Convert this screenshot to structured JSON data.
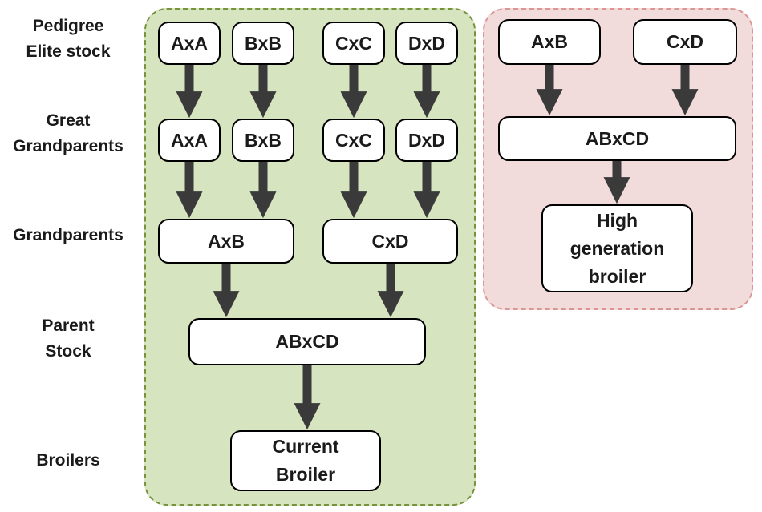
{
  "colors": {
    "left_panel_fill": "#d6e4bf",
    "left_panel_border": "#76923c",
    "right_panel_fill": "#f2dcdb",
    "right_panel_border": "#d99694",
    "arrow": "#3a3a3a",
    "node_border": "#000000"
  },
  "levels": {
    "pedigree_line1": "Pedigree",
    "pedigree_line2": "Elite stock",
    "great_line1": "Great",
    "great_line2": "Grandparents",
    "grandparents": "Grandparents",
    "parent_line1": "Parent",
    "parent_line2": "Stock",
    "broilers": "Broilers"
  },
  "current_scheme": {
    "pedigree": [
      "AxA",
      "BxB",
      "CxC",
      "DxD"
    ],
    "great_grandparents": [
      "AxA",
      "BxB",
      "CxC",
      "DxD"
    ],
    "grandparents": [
      "AxB",
      "CxD"
    ],
    "parent_stock": "ABxCD",
    "broiler_line1": "Current",
    "broiler_line2": "Broiler"
  },
  "high_generation_scheme": {
    "pedigree": [
      "AxB",
      "CxD"
    ],
    "cross": "ABxCD",
    "broiler_line1": "High",
    "broiler_line2": "generation",
    "broiler_line3": "broiler"
  }
}
